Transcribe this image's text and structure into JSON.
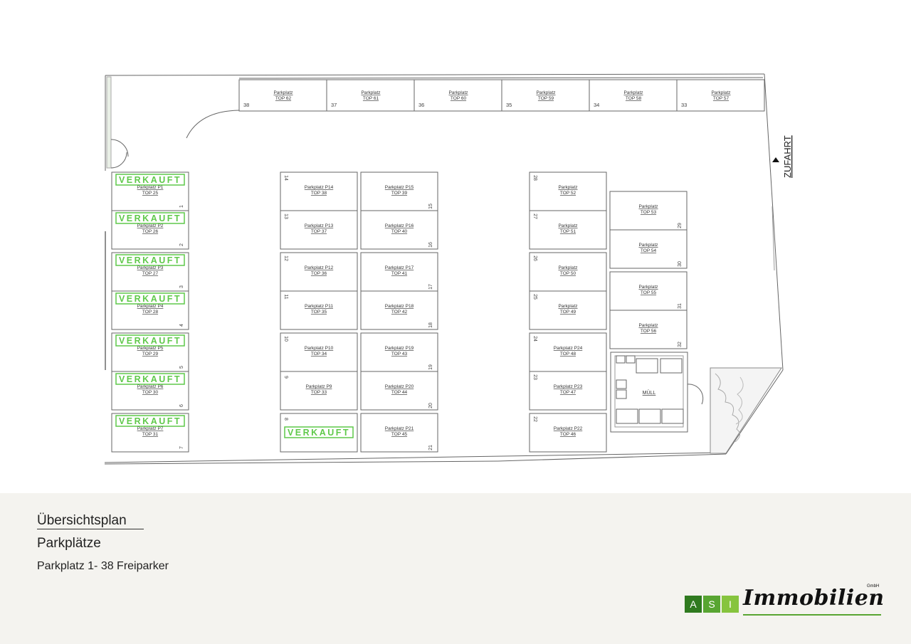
{
  "plan": {
    "sold_label": "VERKAUFT",
    "entrance_label": "ZUFAHRT",
    "waste_label": "MÜLL",
    "spots": [
      {
        "no": "1",
        "label": "Parkplatz P1",
        "top": "TOP 25",
        "sold": true
      },
      {
        "no": "2",
        "label": "Parkplatz P2",
        "top": "TOP 26",
        "sold": true
      },
      {
        "no": "3",
        "label": "Parkplatz P3",
        "top": "TOP 27",
        "sold": true
      },
      {
        "no": "4",
        "label": "Parkplatz P4",
        "top": "TOP 28",
        "sold": true
      },
      {
        "no": "5",
        "label": "Parkplatz P5",
        "top": "TOP 29",
        "sold": true
      },
      {
        "no": "6",
        "label": "Parkplatz P6",
        "top": "TOP 30",
        "sold": true
      },
      {
        "no": "7",
        "label": "Parkplatz P7",
        "top": "TOP 31",
        "sold": true
      },
      {
        "no": "8",
        "label": "",
        "top": "",
        "sold": true
      },
      {
        "no": "9",
        "label": "Parkplatz P9",
        "top": "TOP 33",
        "sold": false
      },
      {
        "no": "10",
        "label": "Parkplatz P10",
        "top": "TOP 34",
        "sold": false
      },
      {
        "no": "11",
        "label": "Parkplatz P11",
        "top": "TOP 35",
        "sold": false
      },
      {
        "no": "12",
        "label": "Parkplatz P12",
        "top": "TOP 36",
        "sold": false
      },
      {
        "no": "13",
        "label": "Parkplatz P13",
        "top": "TOP 37",
        "sold": false
      },
      {
        "no": "14",
        "label": "Parkplatz P14",
        "top": "TOP 38",
        "sold": false
      },
      {
        "no": "15",
        "label": "Parkplatz P15",
        "top": "TOP 39",
        "sold": false
      },
      {
        "no": "16",
        "label": "Parkplatz P16",
        "top": "TOP 40",
        "sold": false
      },
      {
        "no": "17",
        "label": "Parkplatz P17",
        "top": "TOP 41",
        "sold": false
      },
      {
        "no": "18",
        "label": "Parkplatz P18",
        "top": "TOP 42",
        "sold": false
      },
      {
        "no": "19",
        "label": "Parkplatz P19",
        "top": "TOP 43",
        "sold": false
      },
      {
        "no": "20",
        "label": "Parkplatz P20",
        "top": "TOP 44",
        "sold": false
      },
      {
        "no": "21",
        "label": "Parkplatz P21",
        "top": "TOP 45",
        "sold": false
      },
      {
        "no": "22",
        "label": "Parkplatz P22",
        "top": "TOP 46",
        "sold": false
      },
      {
        "no": "23",
        "label": "Parkplatz P23",
        "top": "TOP 47",
        "sold": false
      },
      {
        "no": "24",
        "label": "Parkplatz P24",
        "top": "TOP 48",
        "sold": false
      },
      {
        "no": "25",
        "label": "Parkplatz",
        "top": "TOP 49",
        "sold": false
      },
      {
        "no": "26",
        "label": "Parkplatz",
        "top": "TOP 50",
        "sold": false
      },
      {
        "no": "27",
        "label": "Parkplatz",
        "top": "TOP 51",
        "sold": false
      },
      {
        "no": "28",
        "label": "Parkplatz",
        "top": "TOP 52",
        "sold": false
      },
      {
        "no": "29",
        "label": "Parkplatz",
        "top": "TOP 53",
        "sold": false
      },
      {
        "no": "30",
        "label": "Parkplatz",
        "top": "TOP 54",
        "sold": false
      },
      {
        "no": "31",
        "label": "Parkplatz",
        "top": "TOP 55",
        "sold": false
      },
      {
        "no": "32",
        "label": "Parkplatz",
        "top": "TOP 56",
        "sold": false
      },
      {
        "no": "33",
        "label": "Parkplatz",
        "top": "TOP 57",
        "sold": false
      },
      {
        "no": "34",
        "label": "Parkplatz",
        "top": "TOP 58",
        "sold": false
      },
      {
        "no": "35",
        "label": "Parkplatz",
        "top": "TOP 59",
        "sold": false
      },
      {
        "no": "36",
        "label": "Parkplatz",
        "top": "TOP 60",
        "sold": false
      },
      {
        "no": "37",
        "label": "Parkplatz",
        "top": "TOP 61",
        "sold": false
      },
      {
        "no": "38",
        "label": "Parkplatz",
        "top": "TOP 62",
        "sold": false
      }
    ]
  },
  "footer": {
    "title": "Übersichtsplan",
    "subtitle": "Parkplätze",
    "description": "Parkplatz 1- 38 Freiparker",
    "logo_letters": [
      "A",
      "S",
      "I"
    ],
    "logo_word": "Immobilien",
    "logo_suffix": "GmbH"
  },
  "colors": {
    "sold": "#5fc94a",
    "line": "#555555"
  }
}
